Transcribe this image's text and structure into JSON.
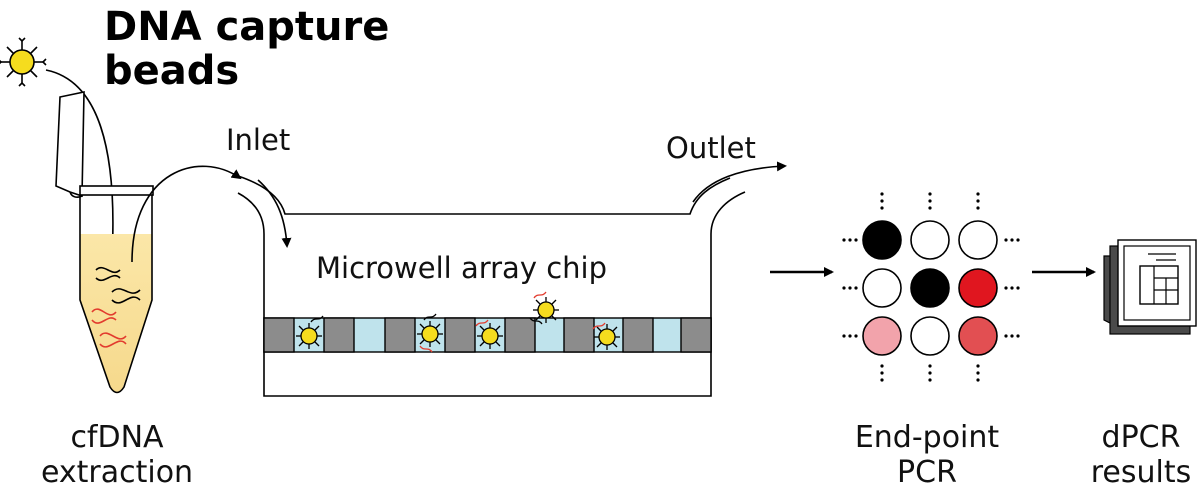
{
  "title": {
    "line1": "DNA capture",
    "line2": "beads"
  },
  "labels": {
    "inlet": "Inlet",
    "outlet": "Outlet",
    "chip": "Microwell array chip",
    "extraction_line1": "cfDNA",
    "extraction_line2": "extraction",
    "pcr_line1": "End-point",
    "pcr_line2": "PCR",
    "results_line1": "dPCR",
    "results_line2": "results"
  },
  "pcr_grid": [
    [
      "black",
      "white",
      "white"
    ],
    [
      "white",
      "black",
      "red"
    ],
    [
      "pink",
      "white",
      "salmon"
    ]
  ],
  "colors": {
    "black": "#000000",
    "white": "#ffffff",
    "red": "#e0161f",
    "pink": "#f2a3ab",
    "salmon": "#e24f52",
    "bead": "#f5dc1e",
    "liquid": "#f9e3a0",
    "well": "#bfe3ec",
    "wall": "#8c8c8c",
    "dna_red": "#e23b2e"
  },
  "icons": {
    "tube": "microcentrifuge-tube-icon",
    "bead": "capture-bead-icon",
    "chip": "microwell-chip-icon",
    "results": "results-document-icon"
  }
}
